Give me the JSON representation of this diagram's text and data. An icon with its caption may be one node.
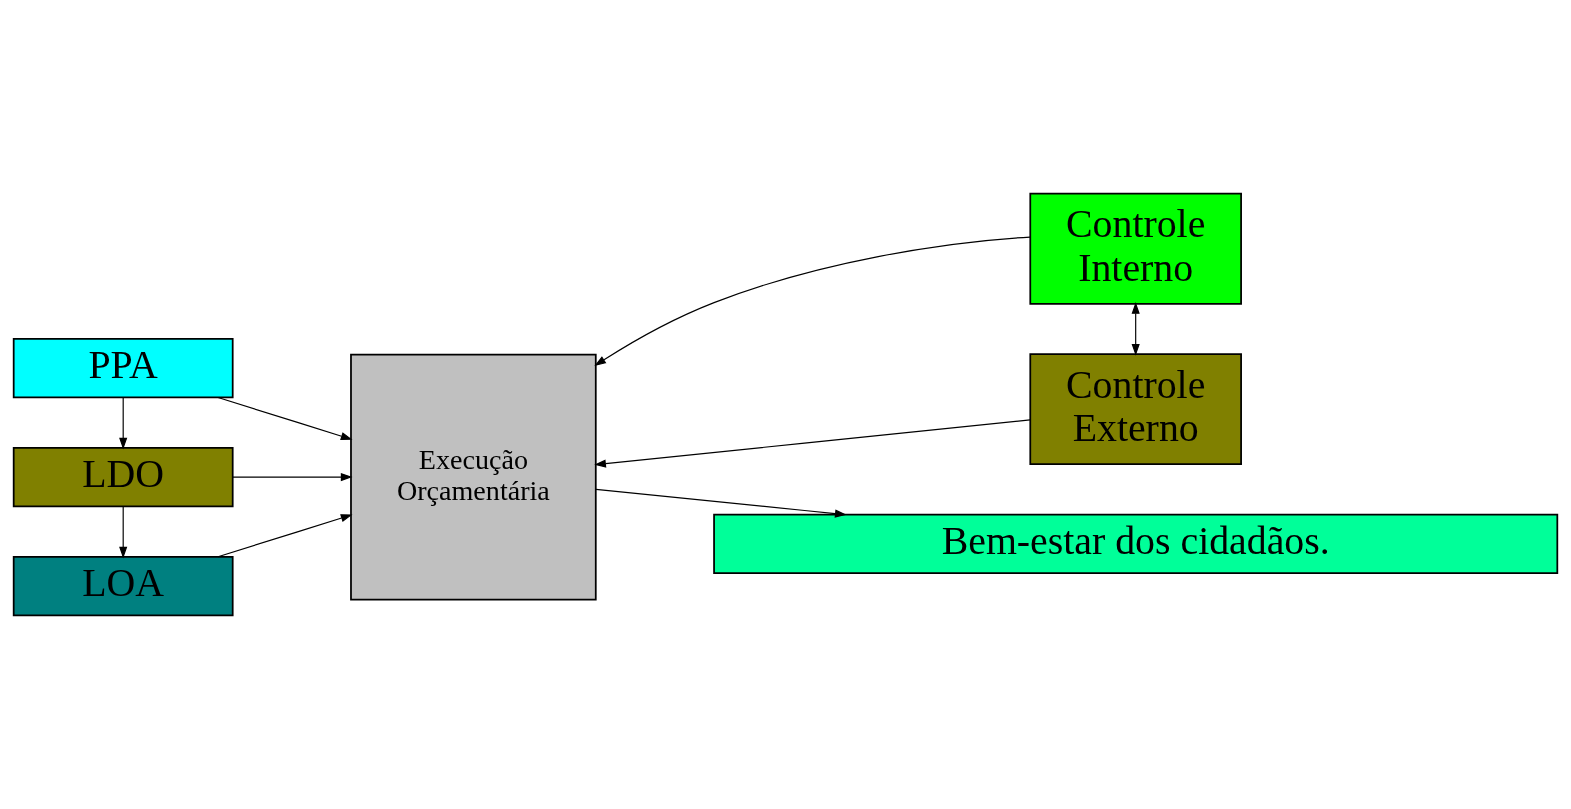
{
  "diagram": {
    "nodes": [
      {
        "text": [
          "PPA"
        ]
      },
      {
        "text": [
          "LDO"
        ]
      },
      {
        "text": [
          "LOA"
        ]
      },
      {
        "text": [
          "Execução Orçamentária"
        ]
      },
      {
        "text": [
          "Controle Interno"
        ]
      },
      {
        "text": [
          "Controle Externo"
        ]
      },
      {
        "text": [
          "Bem-estar dos cidadãos."
        ]
      }
    ],
    "edges": [
      {
        "from": 0,
        "to": 1,
        "arrow": "to"
      },
      {
        "from": 1,
        "to": 2,
        "arrow": "to"
      },
      {
        "from": 0,
        "to": 3,
        "arrow": "to"
      },
      {
        "from": 1,
        "to": 3,
        "arrow": "to"
      },
      {
        "from": 2,
        "to": 3,
        "arrow": "to"
      },
      {
        "from": 4,
        "to": 3,
        "arrow": "to"
      },
      {
        "from": 5,
        "to": 3,
        "arrow": "to"
      },
      {
        "from": 4,
        "to": 5,
        "arrow": "both"
      },
      {
        "from": 3,
        "to": 6,
        "arrow": "to"
      }
    ]
  }
}
